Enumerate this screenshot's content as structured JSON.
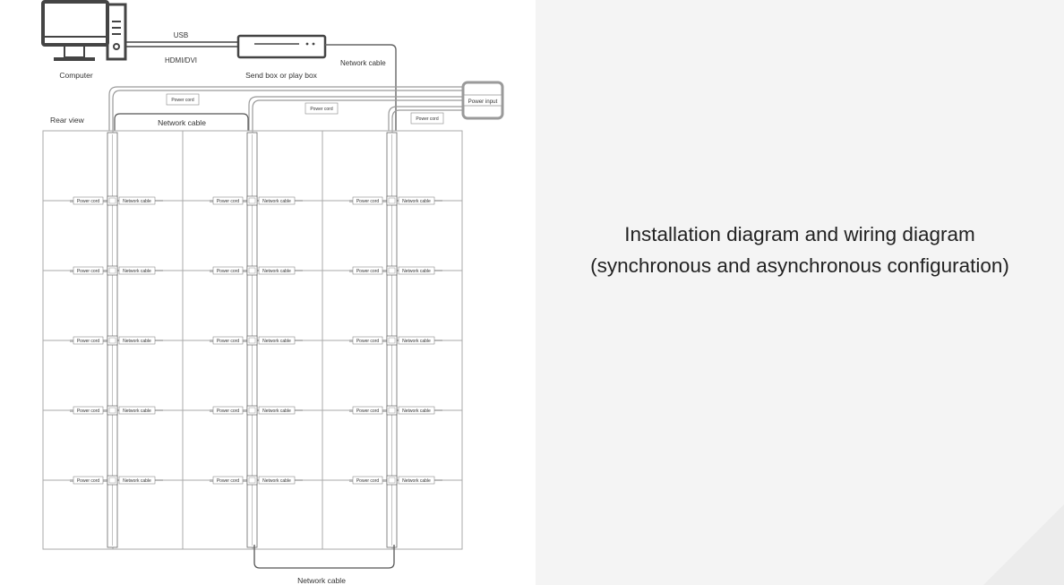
{
  "diagram": {
    "computer_label": "Computer",
    "usb_label": "USB",
    "hdmi_label": "HDMI/DVI",
    "send_box_label": "Send box or play box",
    "network_cable_top_label": "Network cable",
    "power_input_label": "Power input",
    "rear_view_label": "Rear view",
    "power_cord_label": "Power cord",
    "network_cable_label": "Network cable",
    "network_cable_bottom_label": "Network cable",
    "columns": 3,
    "rows": 6,
    "connector_rows": 5
  },
  "caption": {
    "line1": "Installation diagram and wiring diagram",
    "line2": "(synchronous and asynchronous configuration)"
  },
  "colors": {
    "line": "#444444",
    "cable": "#9a9a9a",
    "panel_background": "#f4f4f4",
    "text": "#222222"
  }
}
